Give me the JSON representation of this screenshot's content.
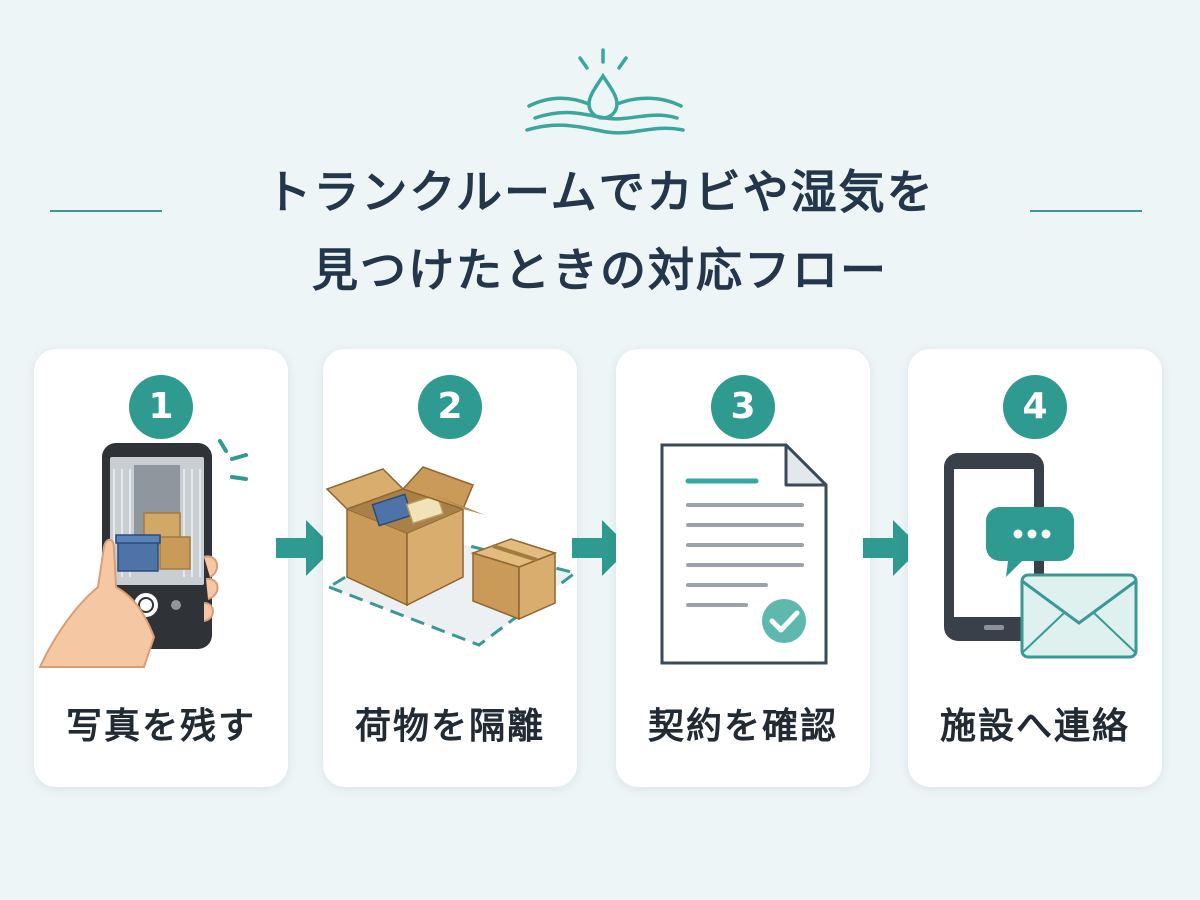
{
  "title": {
    "line1": "トランクルームでカビや湿気を",
    "line2": "見つけたときの対応フロー"
  },
  "colors": {
    "accent": "#2f9a8f",
    "title_text": "#23364a",
    "background": "#eef5f7",
    "card": "#ffffff"
  },
  "icons": {
    "header": "water-drop-icon",
    "flow": "arrow-right-icon"
  },
  "steps": [
    {
      "number": "1",
      "label": "写真を残す",
      "icon": "smartphone-camera-icon"
    },
    {
      "number": "2",
      "label": "荷物を隔離",
      "icon": "boxes-icon"
    },
    {
      "number": "3",
      "label": "契約を確認",
      "icon": "document-check-icon"
    },
    {
      "number": "4",
      "label": "施設へ連絡",
      "icon": "phone-chat-mail-icon"
    }
  ]
}
